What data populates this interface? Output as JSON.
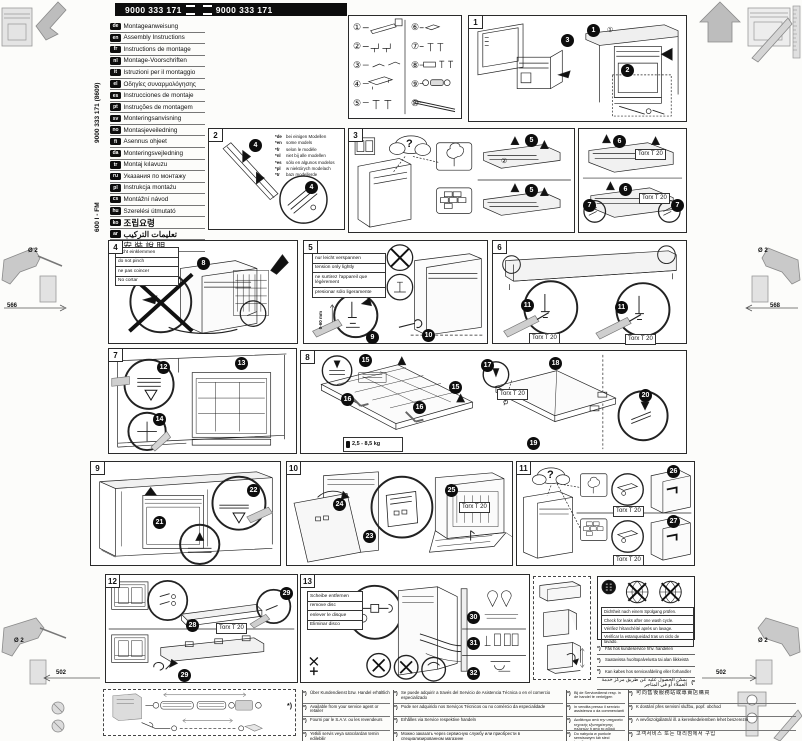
{
  "header": {
    "part_number_left": "9000 333 171",
    "part_number_right": "9000 333 171"
  },
  "spine": {
    "top": "9000 333 171 (8609)",
    "bottom": "600 I - FM"
  },
  "languages": [
    {
      "code": "de",
      "label": "Montageanweisung"
    },
    {
      "code": "en",
      "label": "Assembly Instructions"
    },
    {
      "code": "fr",
      "label": "Instructions de montage"
    },
    {
      "code": "nl",
      "label": "Montage-Voorschriften"
    },
    {
      "code": "it",
      "label": "Istruzioni per il montaggio"
    },
    {
      "code": "el",
      "label": "Οδηγίες συναρμολόγησης"
    },
    {
      "code": "es",
      "label": "Instrucciones de montaje"
    },
    {
      "code": "pt",
      "label": "Instruções de montagem"
    },
    {
      "code": "sv",
      "label": "Monteringsanvisning"
    },
    {
      "code": "no",
      "label": "Montasjeveiledning"
    },
    {
      "code": "fi",
      "label": "Asennus ohjeet"
    },
    {
      "code": "da",
      "label": "Monteringsvejledning"
    },
    {
      "code": "tr",
      "label": "Montaj kılavuzu"
    },
    {
      "code": "ru",
      "label": "Указания по монтажу"
    },
    {
      "code": "pl",
      "label": "Instrukcja montażu"
    },
    {
      "code": "cs",
      "label": "Montážní návod"
    },
    {
      "code": "hu",
      "label": "Szerelési útmutató"
    },
    {
      "code": "ko",
      "label": "조립요령"
    },
    {
      "code": "ar",
      "label": "تعليمات التركيب"
    },
    {
      "code": "zh",
      "label": "安裝說明"
    }
  ],
  "panel_nums": {
    "p1": "1",
    "p2": "2",
    "p3": "3",
    "p4": "4",
    "p5": "5",
    "p6": "6",
    "p7": "7",
    "p8": "8",
    "p9": "9",
    "p10": "10",
    "p11": "11",
    "p12": "12",
    "p13": "13"
  },
  "steps": {
    "1": "1",
    "2": "2",
    "3": "3",
    "4": "4",
    "5": "5",
    "6": "6",
    "7": "7",
    "8": "8",
    "9": "9",
    "10": "10",
    "11": "11",
    "12": "12",
    "13": "13",
    "14": "14",
    "15": "15",
    "16": "16",
    "17": "17",
    "18": "18",
    "19": "19",
    "20": "20",
    "21": "21",
    "22": "22",
    "23": "23",
    "24": "24",
    "25": "25",
    "26": "26",
    "27": "27",
    "28": "28",
    "29": "29",
    "30": "30",
    "31": "31",
    "32": "32"
  },
  "part_ids": [
    "①",
    "②",
    "③",
    "④",
    "⑤",
    "⑥",
    "⑦",
    "⑧",
    "⑨",
    "⑩"
  ],
  "ref_marks": {
    "r1": "①",
    "r2": "②"
  },
  "torx": "Torx T 20",
  "cloud_question": "?",
  "panel2_notes": [
    {
      "code": "*de",
      "text": "bei einigen Modellen"
    },
    {
      "code": "*en",
      "text": "some models"
    },
    {
      "code": "*fr",
      "text": "selon le modèle"
    },
    {
      "code": "*nl",
      "text": "niet bij alle modellen"
    },
    {
      "code": "*es",
      "text": "sólo en algunos modelos"
    },
    {
      "code": "*pl",
      "text": "w niektórych modelach"
    },
    {
      "code": "*tr",
      "text": "bazı modellerde"
    }
  ],
  "panel4_warning": [
    "nicht einklemmen",
    "do not pinch",
    "ne pas coincer",
    "No cortar"
  ],
  "panel5_warning": [
    "nur leicht verspannen",
    "tension only lightly",
    "ne surtirez l'appareil que légèrement",
    "presionar sólo ligeramente"
  ],
  "panel5_dim": "0-60 mm",
  "panel8_weight": "2,5 - 8,5 kg",
  "panel13_note": [
    "Scheibe entfernen",
    "remove disc",
    "enlever le disque",
    "Eliminar disco"
  ],
  "leak_check": [
    "Dichtheit nach einem Spülgang prüfen.",
    "Check for leaks after one wash cycle.",
    "Vérifiez l'étanchéité après un lavage.",
    "Verificar la estanqueidad tras un ciclo de lavado."
  ],
  "side_footnotes": [
    {
      "mark": "*)",
      "text": "Fås hos kundeservice hhv. handelen"
    },
    {
      "mark": "*)",
      "text": "Saatavissa huoltopalvelusta tai alan liikkeistä"
    },
    {
      "mark": "*)",
      "text": "Kan købes hos serviceafdeling eller forhandler"
    },
    {
      "mark": "*)",
      "text": "يمكن الحصول عليه عن طريق مركز خدمة العملاء أو في المتاجر"
    }
  ],
  "bottom_footnotes": {
    "col1": [
      {
        "mark": "*)",
        "text": "Über Kundendienst bzw. Handel erhältlich"
      },
      {
        "mark": "*)",
        "text": "Available from your service agent or retailer"
      },
      {
        "mark": "*)",
        "text": "Fourni par le S.A.V. ou les revendeurs"
      },
      {
        "mark": "*)",
        "text": "Yetkili servis veya satıcılardan temin edilebilir"
      }
    ],
    "col2": [
      {
        "mark": "*)",
        "text": "Se puede adquirir a través del Servicio de Asistencia Técnica o en el comercio especializado"
      },
      {
        "mark": "*)",
        "text": "Pode ser adquirido nos Serviços Técnicos ou no comércio da especialidade"
      },
      {
        "mark": "*)",
        "text": "Erhålles via Service respektive handeln"
      },
      {
        "mark": "*)",
        "text": "Можно заказать через сервисную службу или приобрести в специализированном магазине"
      }
    ],
    "col3": [
      {
        "mark": "*)",
        "text": "Bij de Servicedienst resp. in de handel te verkrijgen"
      },
      {
        "mark": "*)",
        "text": "In vendita presso il servizio assistenza o da commercianti"
      },
      {
        "mark": "*)",
        "text": "Διαθέσιμο από την υπηρεσία τεχνικής εξυπηρέτησης πελατών ή από το ειδικό κατάστημα"
      },
      {
        "mark": "*)",
        "text": "Do nabycia w punkcie serwisowym lub sieci handlowej"
      }
    ],
    "col4": [
      {
        "mark": "*)",
        "text": "可向售後服務站或專賣店購買"
      },
      {
        "mark": "*)",
        "text": "K dostání přes servisní službu, popř. obchod"
      },
      {
        "mark": "*)",
        "text": "A vevőszolgálatnál ill. a kereskedelemben lehet beszerezni"
      },
      {
        "mark": "*)",
        "text": "고객서비스 또는 대리점에서 구입"
      }
    ]
  },
  "parts_footnote_mark": "*)",
  "measurements": {
    "left_width": "566",
    "right_width": "568",
    "bottom_width": "502",
    "drill_dia": "Ø 2"
  }
}
